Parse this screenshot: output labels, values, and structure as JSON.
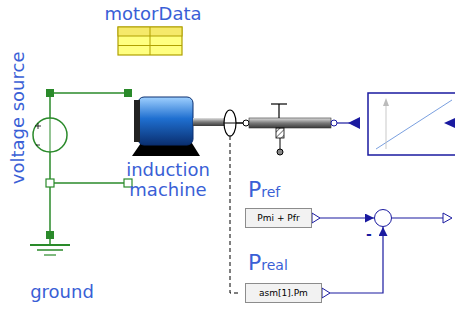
{
  "diagram": {
    "nodes": [
      {
        "text": [
          "Pref",
          "Pmi + Pfr"
        ]
      },
      {
        "text": [
          "Preal",
          "asm[1].Pm"
        ]
      },
      {
        "text": [
          "-"
        ]
      }
    ],
    "edges": [
      {
        "from": 0,
        "to": 2,
        "arrow": "to"
      },
      {
        "from": 1,
        "to": 2,
        "arrow": "to"
      }
    ],
    "labels": [
      "motorData",
      "voltage source",
      "induction machine",
      "ground"
    ]
  }
}
